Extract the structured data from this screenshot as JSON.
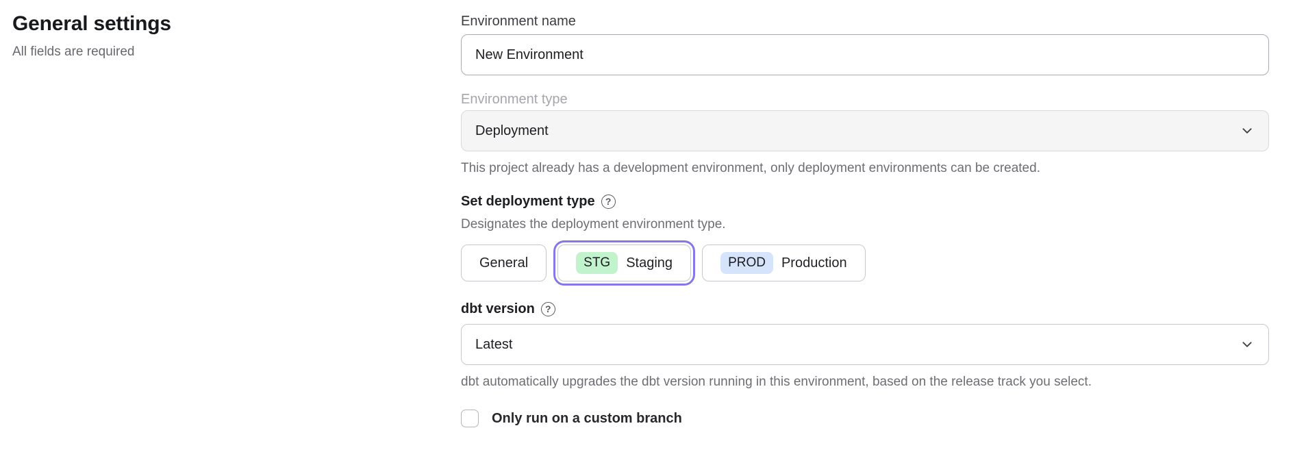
{
  "page": {
    "header": {
      "title": "General settings",
      "subtitle": "All fields are required"
    },
    "form": {
      "environment_name": {
        "label": "Environment name",
        "value": "New Environment"
      },
      "environment_type": {
        "label": "Environment type",
        "value": "Deployment",
        "disabled": true,
        "helper": "This project already has a development environment, only deployment environments can be created."
      },
      "deployment_type": {
        "label": "Set deployment type",
        "description": "Designates the deployment environment type.",
        "options": [
          {
            "label": "General",
            "badge": "",
            "selected": false
          },
          {
            "label": "Staging",
            "badge": "STG",
            "badge_color": "#c1f4cd",
            "selected": true
          },
          {
            "label": "Production",
            "badge": "PROD",
            "badge_color": "#d6e4fb",
            "selected": false
          }
        ]
      },
      "dbt_version": {
        "label": "dbt version",
        "value": "Latest",
        "helper": "dbt automatically upgrades the dbt version running in this environment, based on the release track you select."
      },
      "custom_branch": {
        "label": "Only run on a custom branch",
        "checked": false
      }
    },
    "icons": {
      "help": "?"
    },
    "colors": {
      "accent_selected_ring": "#8577e8",
      "badge_staging_bg": "#c1f4cd",
      "badge_production_bg": "#d6e4fb",
      "disabled_field_bg": "#f5f5f6"
    }
  }
}
